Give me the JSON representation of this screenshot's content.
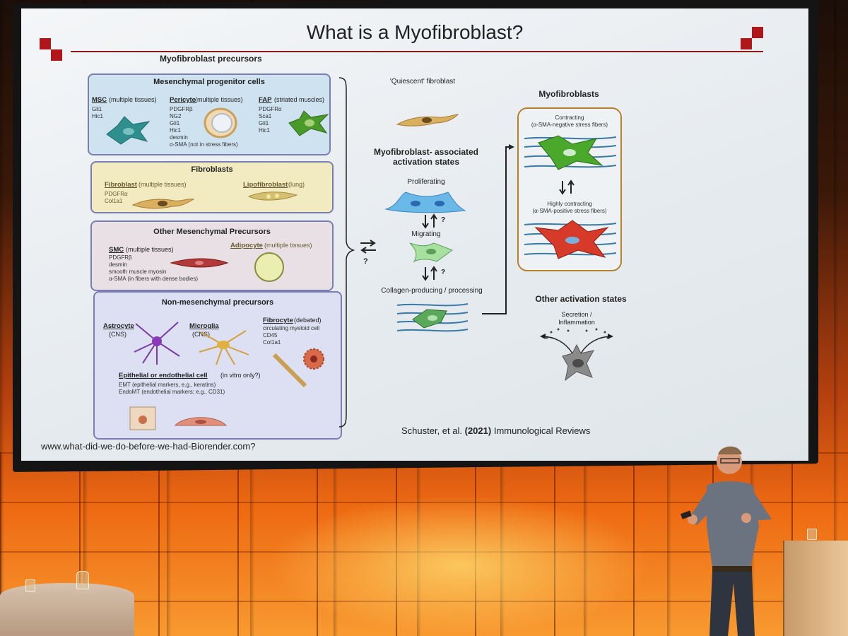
{
  "slide": {
    "title": "What is a Myofibroblast?",
    "precursors_heading": "Myofibroblast precursors",
    "mesenchymal_box": {
      "title": "Mesenchymal progenitor cells",
      "msc_label": "MSC",
      "msc_tissue": "(multiple tissues)",
      "msc_markers": "Gli1\nHic1",
      "pericyte_label": "Pericyte",
      "pericyte_tissue": "(multiple tissues)",
      "pericyte_markers": "PDGFRβ\nNG2\nGli1\nHic1\ndesmin\nα-SMA (not in stress fibers)",
      "fap_label": "FAP",
      "fap_tissue": "(striated muscles)",
      "fap_markers": "PDGFRα\nSca1\nGli1\nHic1"
    },
    "fibroblasts_box": {
      "title": "Fibroblasts",
      "fibroblast_label": "Fibroblast",
      "fibroblast_tissue": "(multiple tissues)",
      "fibroblast_markers": "PDGFRα\nCol1a1",
      "lipofibroblast_label": "Lipofibroblast",
      "lipofibroblast_tissue": "(lung)"
    },
    "other_box": {
      "title": "Other Mesenchymal Precursors",
      "smc_label": "SMC",
      "smc_tissue": "(multiple tissues)",
      "smc_markers": "PDGFRβ\ndesmin\nsmooth muscle myosin\nα-SMA (in fibers with dense bodies)",
      "adipocyte_label": "Adipocyte",
      "adipocyte_tissue": "(multiple tissues)"
    },
    "nonmes_box": {
      "title": "Non-mesenchymal precursors",
      "astrocyte_label": "Astrocyte",
      "astrocyte_tissue": "(CNS)",
      "microglia_label": "Microglia",
      "microglia_tissue": "(CNS)",
      "fibrocyte_label": "Fibrocyte",
      "fibrocyte_tissue": "(debated)",
      "fibrocyte_markers": "circulating myeloid cell\nCD45\nCol1a1",
      "epithelial_label": "Epithelial or endothelial cell",
      "epithelial_tissue": "(in vitro only?)",
      "epithelial_markers": "EMT (epithelial markers, e.g., keratins)\nEndoMT (endothelial markers; e.g., CD31)"
    },
    "bracket_question": "?",
    "quiescent": "'Quiescent' fibroblast",
    "activation_heading": "Myofibroblast- associated\nactivation states",
    "proliferating": "Proliferating",
    "migrating": "Migrating",
    "collagen": "Collagen-producing / processing",
    "question_mark": "?",
    "myofibroblasts_heading": "Myofibroblasts",
    "contracting": "Contracting\n(α-SMA-negative stress fibers)",
    "highly_contracting": "Highly contracting\n(α-SMA-positive stress fibers)",
    "other_states_heading": "Other activation states",
    "secretion": "Secretion /\nInflammation",
    "footer_link": "www.what-did-we-do-before-we-had-Biorender.com?",
    "citation_authors": "Schuster, et al.",
    "citation_year": "(2021)",
    "citation_journal": "Immunological Reviews"
  },
  "colors": {
    "accent_red": "#b0171b",
    "box_border": "#7a7fb0",
    "mesenchymal_fill": "#cfe2f0",
    "fibroblast_fill": "#f2ebc2",
    "other_fill": "#e8e0e4",
    "nonmes_fill": "#dde0f2",
    "myofibro_border": "#b8802a"
  }
}
